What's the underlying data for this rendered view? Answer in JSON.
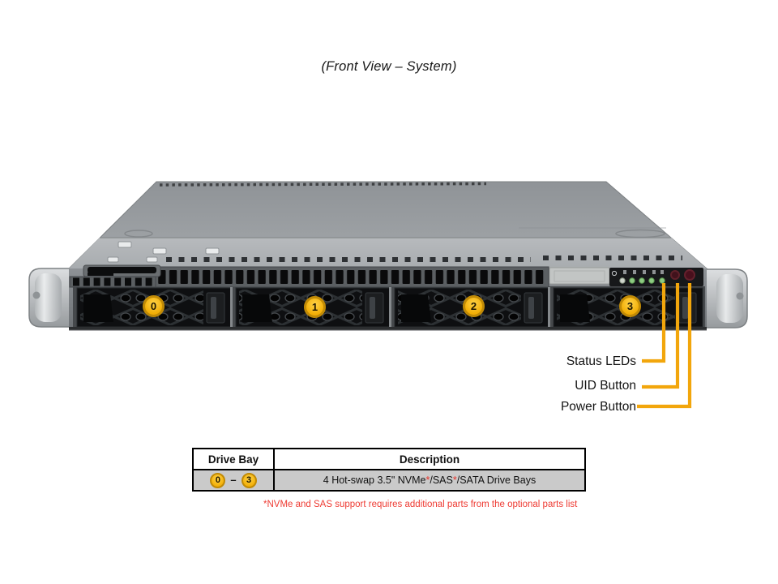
{
  "title": "(Front View – System)",
  "callouts": {
    "status_leds": "Status LEDs",
    "uid_button": "UID Button",
    "power_button": "Power Button"
  },
  "server": {
    "drive_bays": [
      {
        "label": "0"
      },
      {
        "label": "1"
      },
      {
        "label": "2"
      },
      {
        "label": "3"
      }
    ]
  },
  "table": {
    "headers": [
      "Drive Bay",
      "Description"
    ],
    "row": {
      "bay_start": "0",
      "bay_separator": "–",
      "bay_end": "3",
      "description_parts": [
        "4 Hot-swap 3.5\" NVMe",
        "*",
        "/SAS",
        "*",
        "/SATA Drive Bays"
      ]
    }
  },
  "footnote": "*NVMe and SAS support requires additional parts from the optional parts list",
  "colors": {
    "callout_line": "#F2A60C",
    "badge_fill": "#F2AE06",
    "badge_border": "#C08A06",
    "footnote_red": "#EE3B33",
    "table_row_bg": "#CACACA"
  }
}
